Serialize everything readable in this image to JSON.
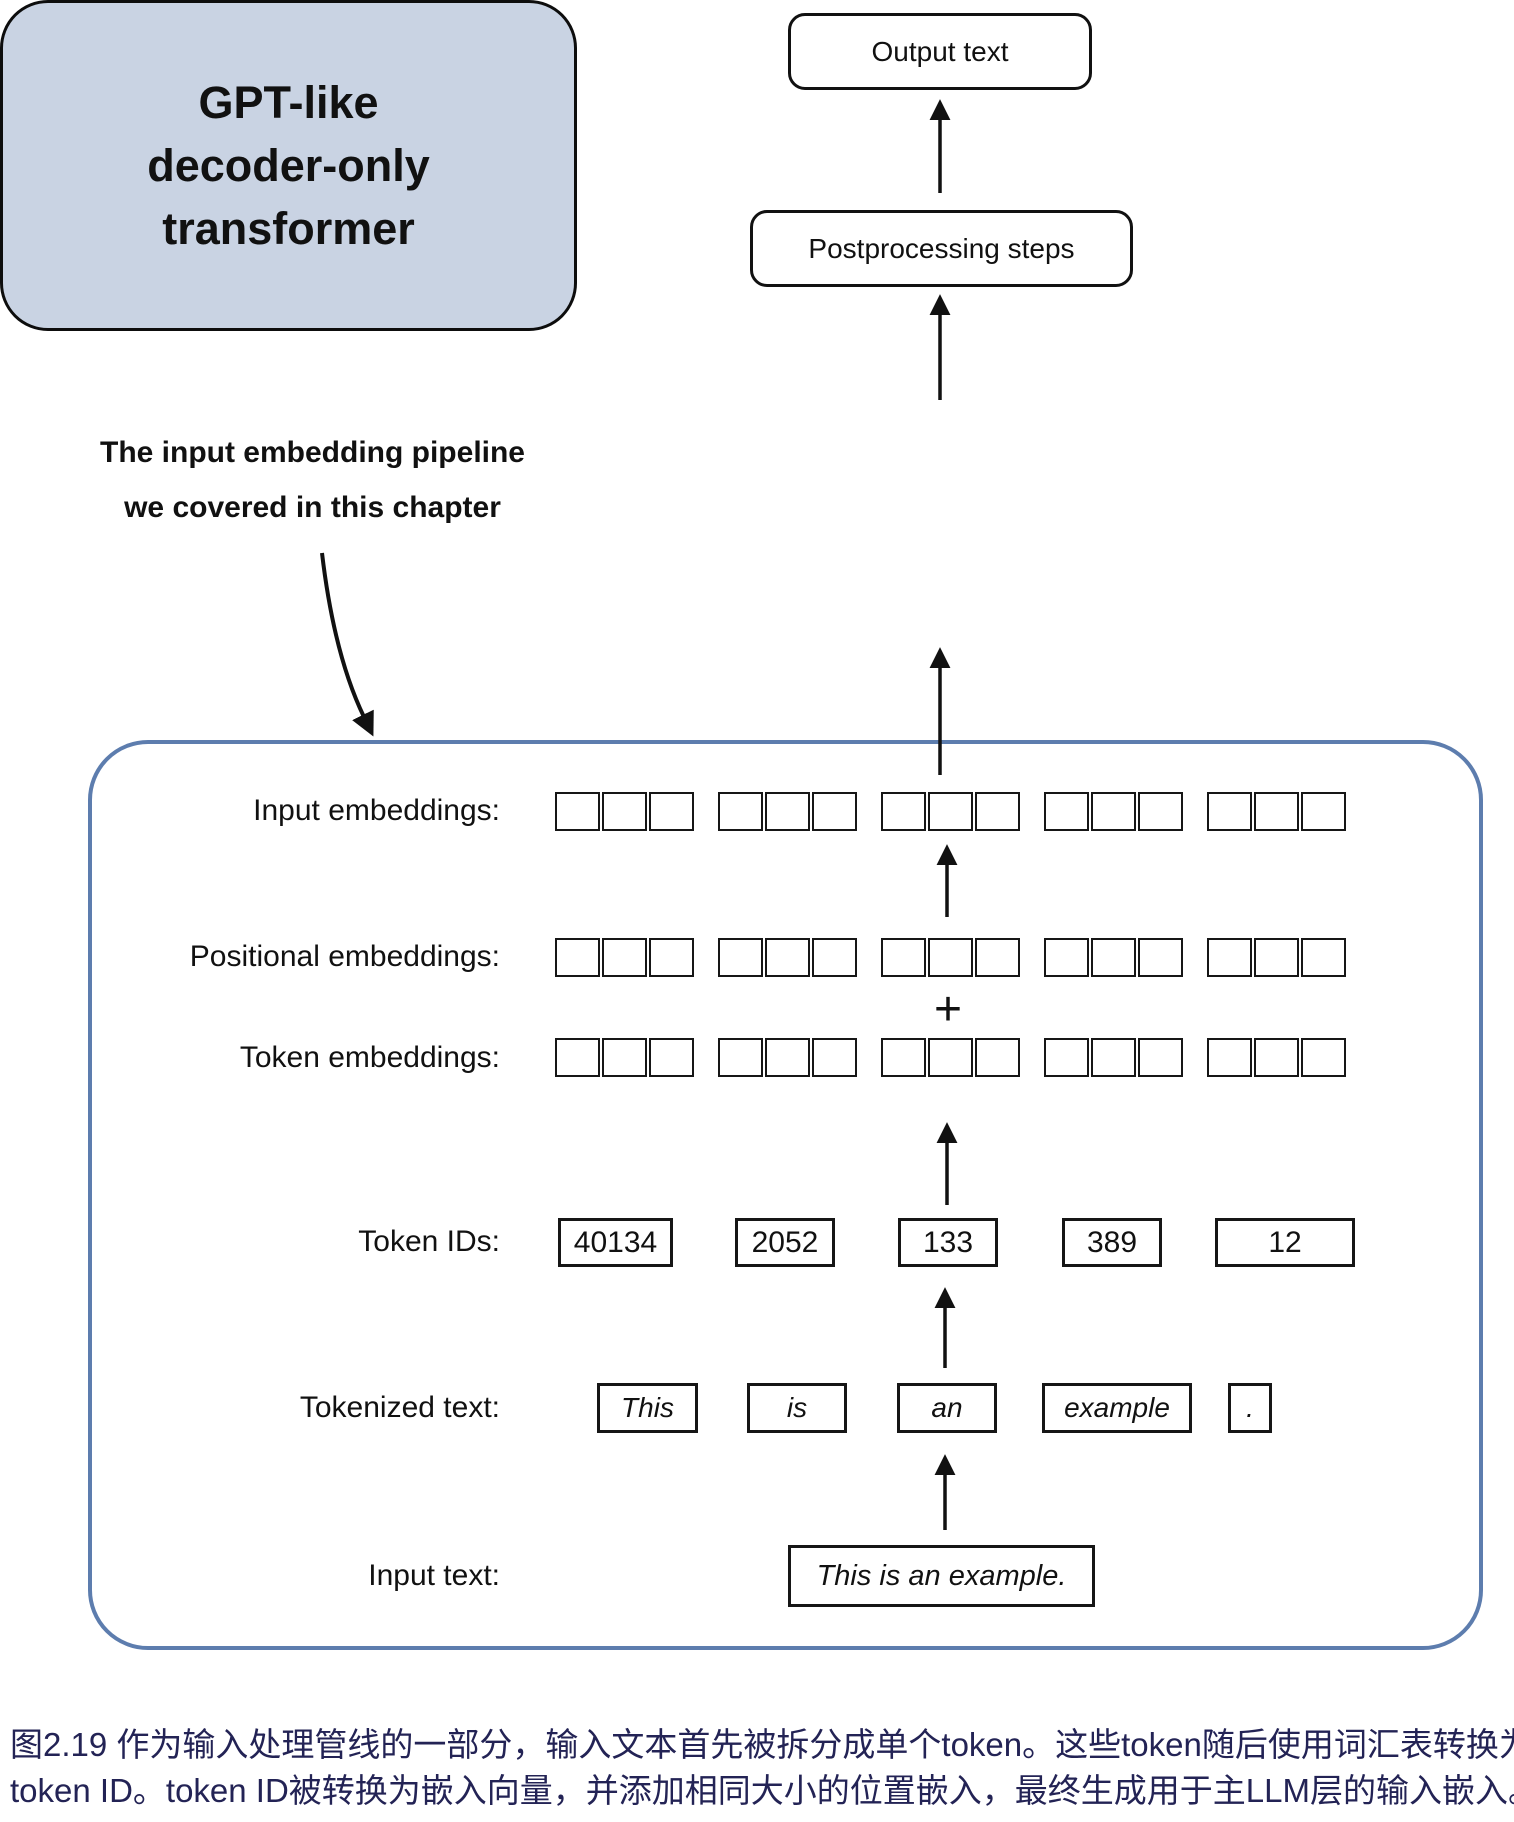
{
  "colors": {
    "transformer_fill": "#c9d3e3",
    "container_border": "#5d7dae",
    "caption_text": "#232355",
    "line_color": "#111111"
  },
  "top_flow": {
    "output_box": "Output text",
    "postprocessing_box": "Postprocessing steps"
  },
  "transformer": {
    "lines": [
      "GPT-like",
      "decoder-only",
      "transformer"
    ]
  },
  "annotation": {
    "line1": "The input embedding pipeline",
    "line2": "we covered in this chapter"
  },
  "pipeline": {
    "labels": {
      "input_embeddings": "Input embeddings:",
      "positional_embeddings": "Positional embeddings:",
      "token_embeddings": "Token embeddings:",
      "token_ids": "Token IDs:",
      "tokenized_text": "Tokenized text:",
      "input_text": "Input text:"
    },
    "plus": "+",
    "embedding_grid": {
      "groups": 5,
      "squares_per_group": 3,
      "rows": [
        "input_embeddings",
        "positional_embeddings",
        "token_embeddings"
      ]
    },
    "token_ids": [
      "40134",
      "2052",
      "133",
      "389",
      "12"
    ],
    "tokens": [
      "This",
      "is",
      "an",
      "example",
      "."
    ],
    "input_text": "This is an example."
  },
  "caption": {
    "line1": "图2.19 作为输入处理管线的一部分，输入文本首先被拆分成单个token。这些token随后使用词汇表转换为",
    "line2": "token ID。token ID被转换为嵌入向量，并添加相同大小的位置嵌入，最终生成用于主LLM层的输入嵌入。"
  }
}
